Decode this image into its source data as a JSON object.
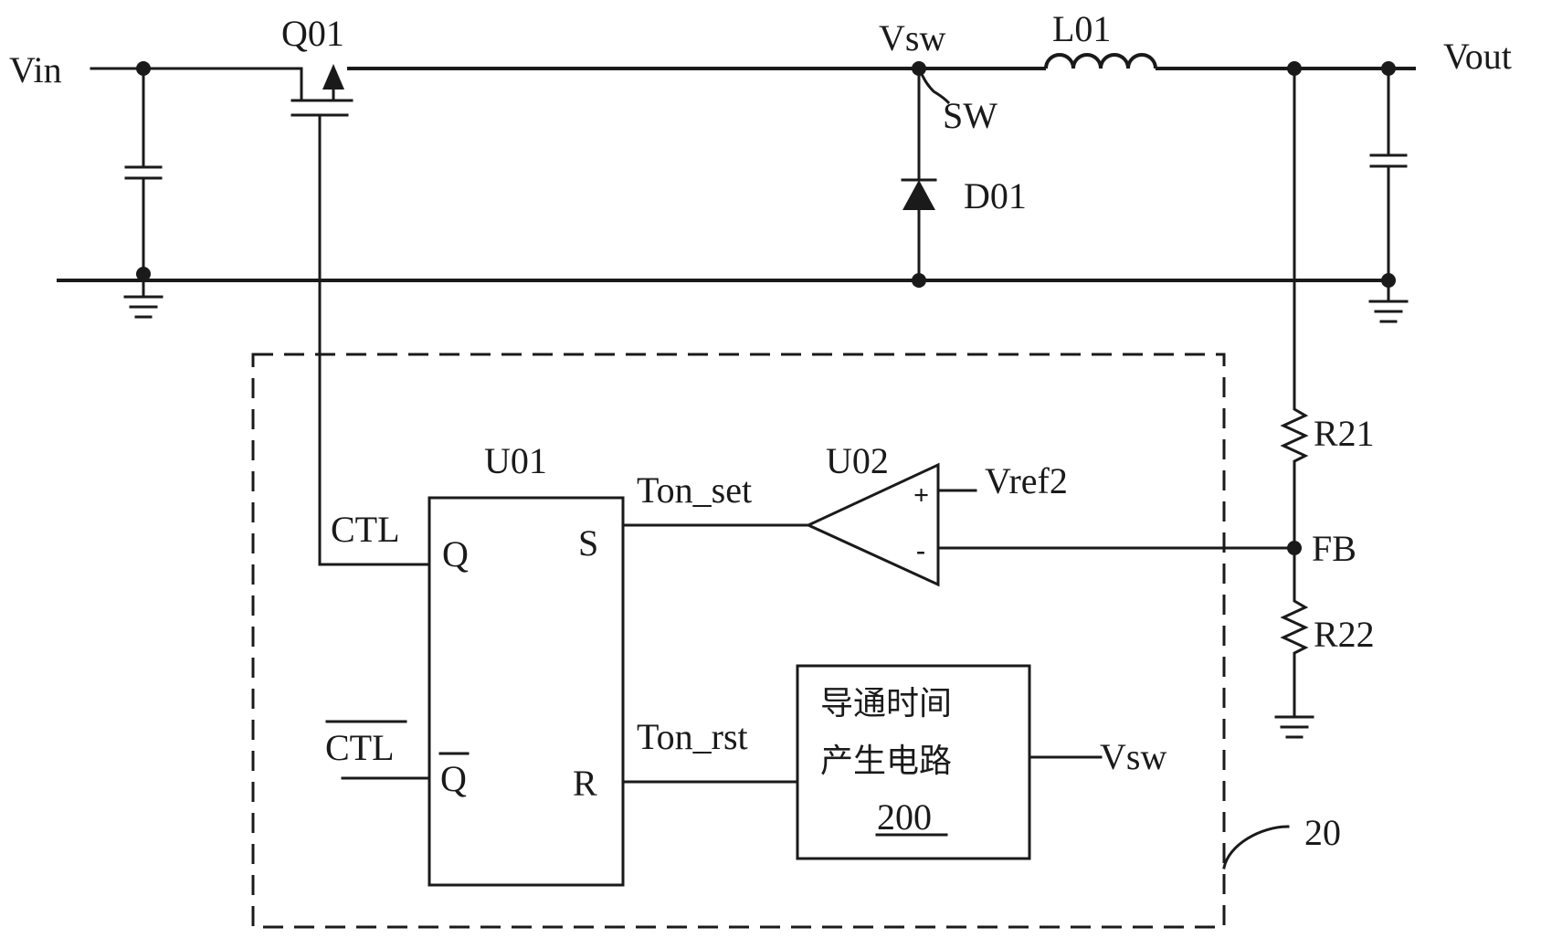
{
  "labels": {
    "vin": "Vin",
    "q01": "Q01",
    "vsw_top": "Vsw",
    "l01": "L01",
    "vout": "Vout",
    "sw": "SW",
    "d01": "D01",
    "r21": "R21",
    "fb": "FB",
    "r22": "R22",
    "u01": "U01",
    "u02": "U02",
    "vref2": "Vref2",
    "ton_set": "Ton_set",
    "ton_rst": "Ton_rst",
    "ctl": "CTL",
    "ctl_bar": "CTL",
    "q": "Q",
    "q_bar": "Q",
    "s": "S",
    "r": "R",
    "plus": "+",
    "minus": "-",
    "block_line1": "导通时间",
    "block_line2": "产生电路",
    "block_ref": "200",
    "vsw_block": "Vsw",
    "module_ref": "20"
  }
}
